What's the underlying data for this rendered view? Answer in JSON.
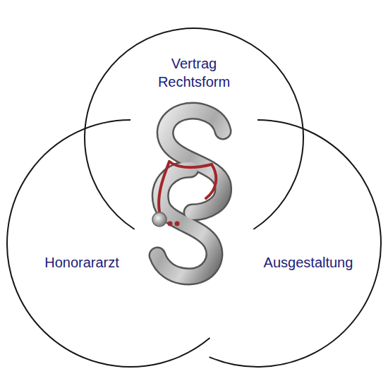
{
  "diagram": {
    "nodes": [
      {
        "text": [
          "Vertrag Rechtsform"
        ]
      },
      {
        "text": [
          "Honorararzt"
        ]
      },
      {
        "text": [
          "Ausgestaltung"
        ]
      }
    ]
  }
}
